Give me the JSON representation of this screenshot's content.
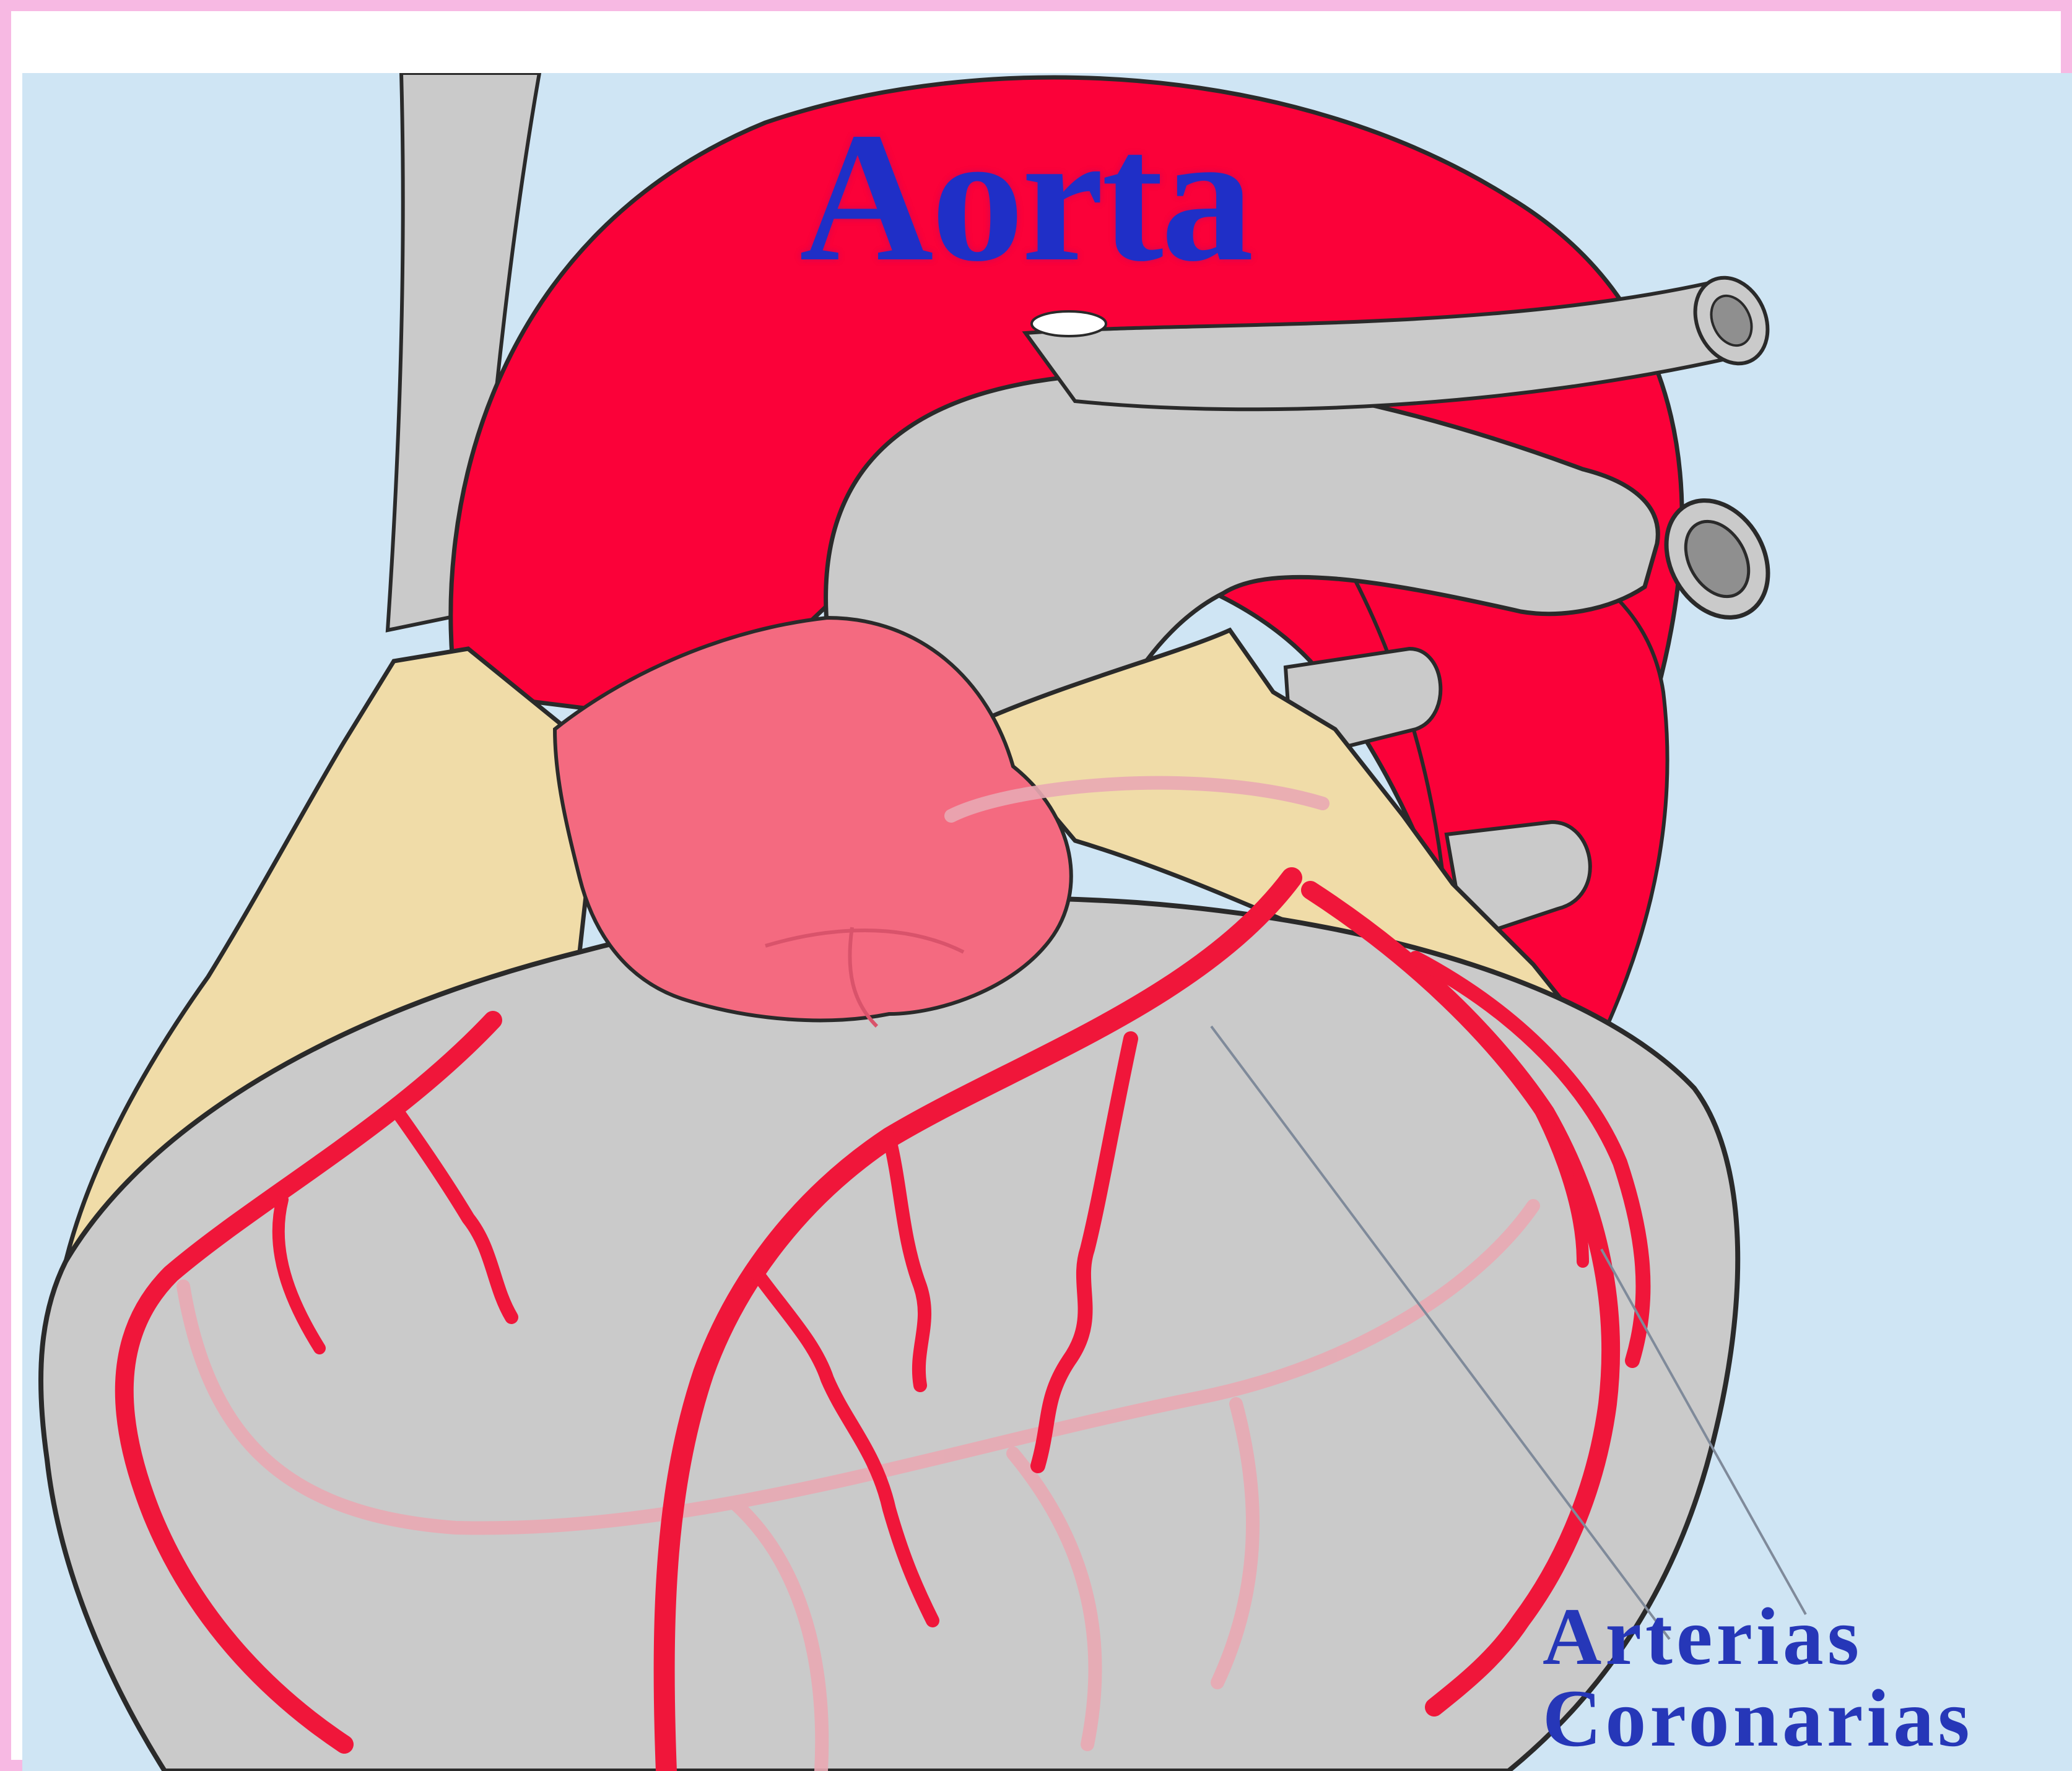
{
  "diagram": {
    "labels": {
      "aorta": "Aorta",
      "coronary_line1": "Arterias",
      "coronary_line2": "Coronarias"
    },
    "colors": {
      "frame_border": "#f7b9e3",
      "background": "#cfe5f4",
      "aorta_red": "#fb0139",
      "artery_red": "#f0163a",
      "vessel_gray": "#cacaca",
      "atrium_yellow": "#f0dca8",
      "pulmonary_pink": "#f46a80",
      "label_blue": "#1f2fc7",
      "outline": "#2a2a2a"
    }
  }
}
